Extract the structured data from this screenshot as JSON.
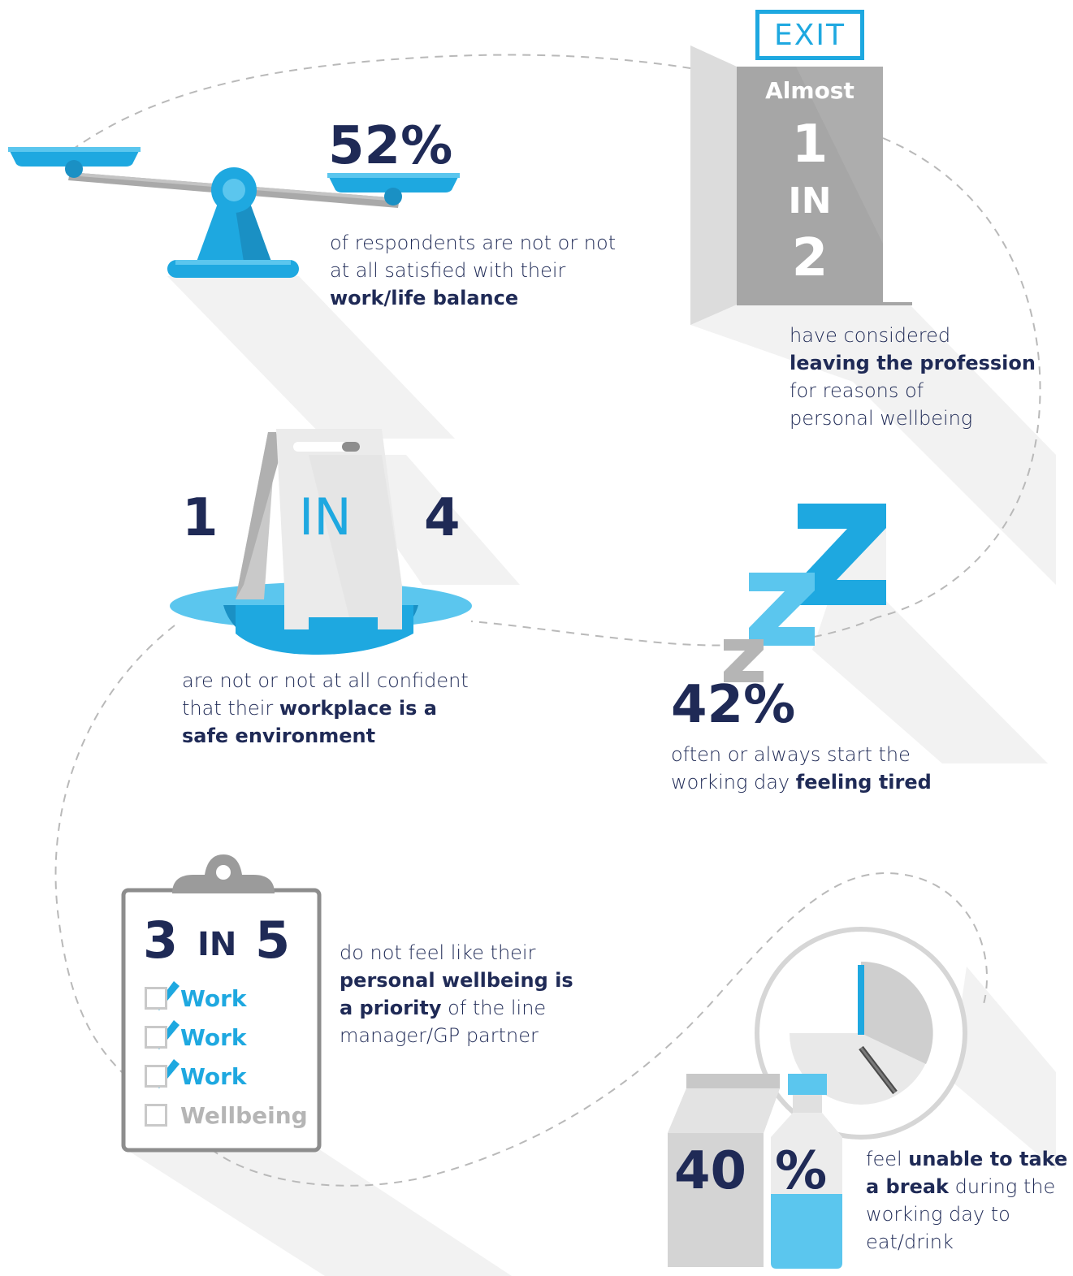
{
  "colors": {
    "navy": "#1f2a56",
    "blue": "#1ea8e0",
    "light_blue": "#5bc6ee",
    "grey": "#b5b5b5",
    "shadow": "#f1f1f1"
  },
  "balance_stat": {
    "value": "52%",
    "line1": "of respondents are not or not",
    "line2": "at all satisfied with their",
    "emph": "work/life balance",
    "icon": "scale-icon"
  },
  "exit_stat": {
    "sign": "EXIT",
    "prefix": "Almost",
    "num1": "1",
    "in": "IN",
    "num2": "2",
    "line1": "have considered",
    "emph": "leaving the profession",
    "line3": "for reasons of",
    "line4": "personal wellbeing",
    "icon": "door-icon"
  },
  "safe_stat": {
    "num1": "1",
    "in": "IN",
    "num2": "4",
    "line1": "are not or not at all confident",
    "line2_pre": "that their ",
    "line2_emph": "workplace is a",
    "line3_emph": "safe environment",
    "icon": "wet-floor-sign-icon"
  },
  "tired_stat": {
    "value": "42%",
    "line1": "often or always start the",
    "line2_pre": "working day ",
    "line2_emph": "feeling tired",
    "icon": "sleep-zzz-icon"
  },
  "priority_stat": {
    "num1": "3",
    "in": "IN",
    "num2": "5",
    "items": [
      {
        "label": "Work",
        "checked": true
      },
      {
        "label": "Work",
        "checked": true
      },
      {
        "label": "Work",
        "checked": true
      },
      {
        "label": "Wellbeing",
        "checked": false
      }
    ],
    "line1": "do not feel like their",
    "emph1": "personal wellbeing is",
    "emph2": "a priority",
    "line3_post": " of the line",
    "line4": "manager/GP partner",
    "icon": "clipboard-icon"
  },
  "break_stat": {
    "value_num": "40",
    "value_pct": "%",
    "pre": "feel ",
    "emph1": "unable to take",
    "emph2": "a break",
    "post": " during the",
    "line3": "working day to",
    "line4": "eat/drink",
    "icons": [
      "clock-icon",
      "milk-carton-icon",
      "water-bottle-icon"
    ]
  }
}
